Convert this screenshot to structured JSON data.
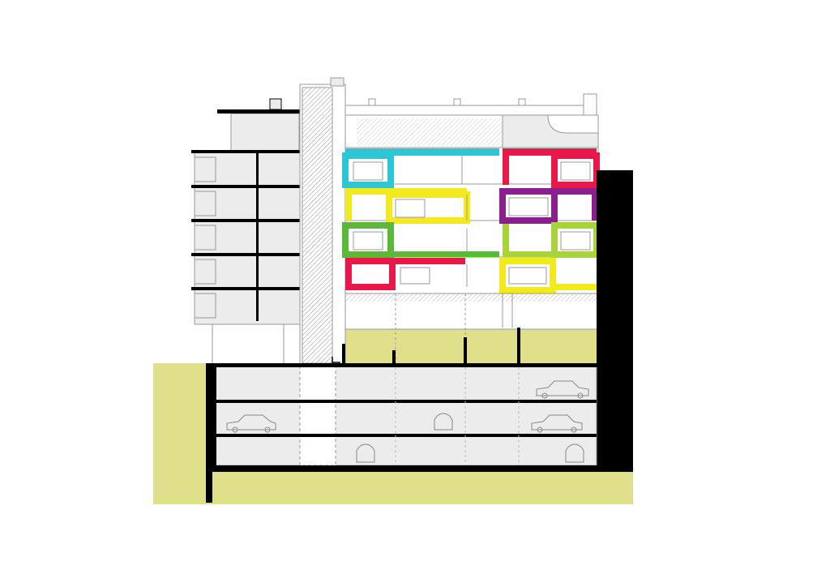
{
  "drawing": {
    "kind": "architectural building section",
    "labels": [],
    "upper_floors": 4,
    "basement_levels": 3,
    "colors": {
      "ground": "#dfdf8c",
      "structure": "#000000",
      "fill": "#ececec",
      "line": "#999999",
      "cyan": "#2cc6d4",
      "red": "#e8194a",
      "yellow": "#f3ea1d",
      "purple": "#8b1e8f",
      "green": "#5cb83a",
      "lime": "#a8d33a"
    },
    "floor_modules": [
      {
        "floor": 4,
        "left": "cyan",
        "right": "red"
      },
      {
        "floor": 3,
        "left": "yellow",
        "right": "purple"
      },
      {
        "floor": 2,
        "left": "green",
        "right": "lime"
      },
      {
        "floor": 1,
        "left": "red",
        "right": "yellow"
      }
    ]
  }
}
